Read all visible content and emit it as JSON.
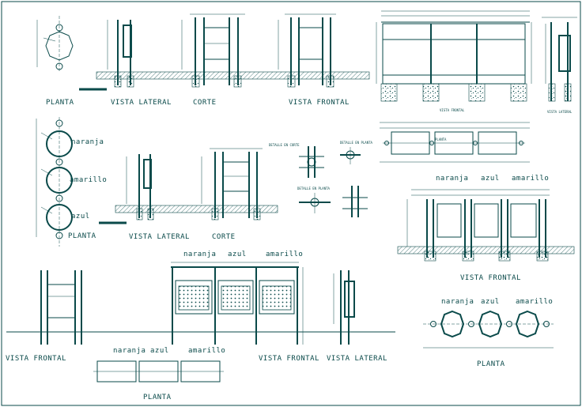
{
  "colors": {
    "line": "#0a4a4a",
    "background": "#ffffff"
  },
  "views": {
    "planta": "PLANTA",
    "vista_lateral": "VISTA LATERAL",
    "corte": "CORTE",
    "vista_frontal": "VISTA FRONTAL"
  },
  "bins": {
    "naranja": "naranja",
    "amarillo": "amarillo",
    "azul": "azul"
  },
  "details": {
    "detalle_en_corte": "DETALLE EN CORTE",
    "detalle_en_planta": "DETALLE EN PLANTA",
    "detalle_en_planta_2": "DETALLE EN PLANTA"
  },
  "small_labels": {
    "vista_lateral_small": "VISTA LATERAL"
  }
}
